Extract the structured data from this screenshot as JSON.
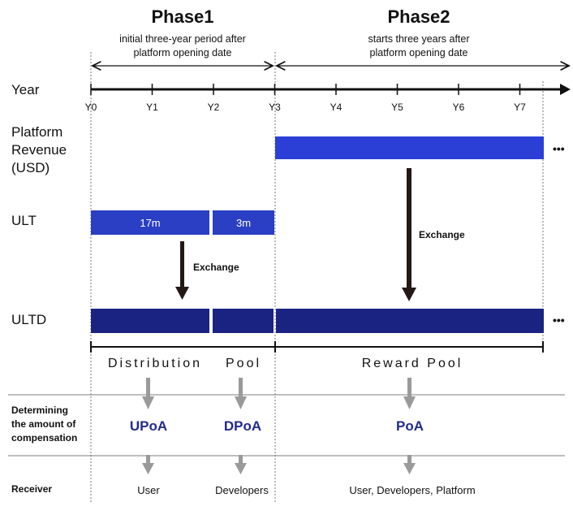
{
  "phases": [
    {
      "title": "Phase1",
      "subtitle_line1": "initial three-year period after",
      "subtitle_line2": "platform opening date"
    },
    {
      "title": "Phase2",
      "subtitle_line1": "starts three years after",
      "subtitle_line2": "platform opening date"
    }
  ],
  "year_label": "Year",
  "year_ticks": [
    "Y0",
    "Y1",
    "Y2",
    "Y3",
    "Y4",
    "Y5",
    "Y6",
    "Y7"
  ],
  "platform_revenue_label": [
    "Platform",
    "Revenue",
    "(USD)"
  ],
  "ult": {
    "label": "ULT",
    "segments": [
      "17m",
      "3m"
    ]
  },
  "ultd_label": "ULTD",
  "exchange_label": "Exchange",
  "ellipsis": "•••",
  "pools": {
    "distribution_word1": "Distribution",
    "distribution_word2": "Pool",
    "reward": "Reward Pool"
  },
  "determining_label": [
    "Determining",
    "the amount of",
    "compensation"
  ],
  "mechanisms": [
    "UPoA",
    "DPoA",
    "PoA"
  ],
  "receiver_label": "Receiver",
  "receivers": [
    "User",
    "Developers",
    "User, Developers, Platform"
  ],
  "colors": {
    "revenue_bar": "#2b3fd6",
    "ult_bar": "#2a3fc4",
    "ultd_bar": "#1b2382",
    "mechanism_text": "#232b8c",
    "gray_arrow": "#9a9a9a"
  }
}
